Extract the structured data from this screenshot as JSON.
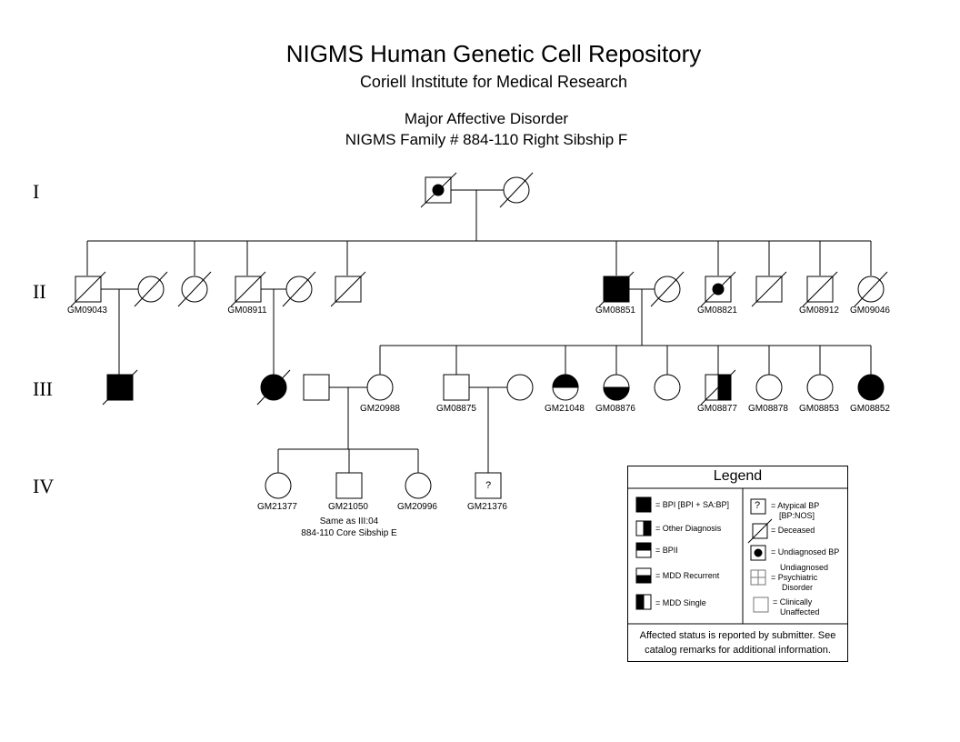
{
  "header": {
    "title": "NIGMS Human Genetic Cell Repository",
    "subtitle": "Coriell Institute for Medical Research",
    "disorder": "Major Affective Disorder",
    "family": "NIGMS Family # 884-110 Right Sibship F"
  },
  "generations": [
    "I",
    "II",
    "III",
    "IV"
  ],
  "identifiers": {
    "GM09043": "GM09043",
    "GM08911": "GM08911",
    "GM08851": "GM08851",
    "GM08821": "GM08821",
    "GM08912": "GM08912",
    "GM09046": "GM09046",
    "GM20988": "GM20988",
    "GM08875": "GM08875",
    "GM21048": "GM21048",
    "GM08876": "GM08876",
    "GM08877": "GM08877",
    "GM08878": "GM08878",
    "GM08853": "GM08853",
    "GM08852": "GM08852",
    "GM21377": "GM21377",
    "GM21050": "GM21050",
    "GM20996": "GM20996",
    "GM21376": "GM21376"
  },
  "notes": {
    "same_as": "Same as III:04",
    "core_sibship": "884-110 Core Sibship E"
  },
  "unknown_mark": "?",
  "legend": {
    "title": "Legend",
    "bpi": "= BPI [BPI + SA:BP]",
    "other_diagnosis": "= Other Diagnosis",
    "bpii": "= BPII",
    "mdd_recurrent": "= MDD Recurrent",
    "mdd_single": "= MDD Single",
    "atypical_bp_1": "= Atypical BP",
    "atypical_bp_2": "[BP:NOS]",
    "deceased": "= Deceased",
    "undiagnosed_bp": "= Undiagnosed BP",
    "undiagnosed_psych_1": "Undiagnosed",
    "undiagnosed_psych_2": "= Psychiatric",
    "undiagnosed_psych_3": "Disorder",
    "clinically_unaffected_1": "= Clinically",
    "clinically_unaffected_2": "Unaffected",
    "question_mark": "?",
    "footer": "Affected status is reported by submitter. See catalog remarks for additional information."
  }
}
